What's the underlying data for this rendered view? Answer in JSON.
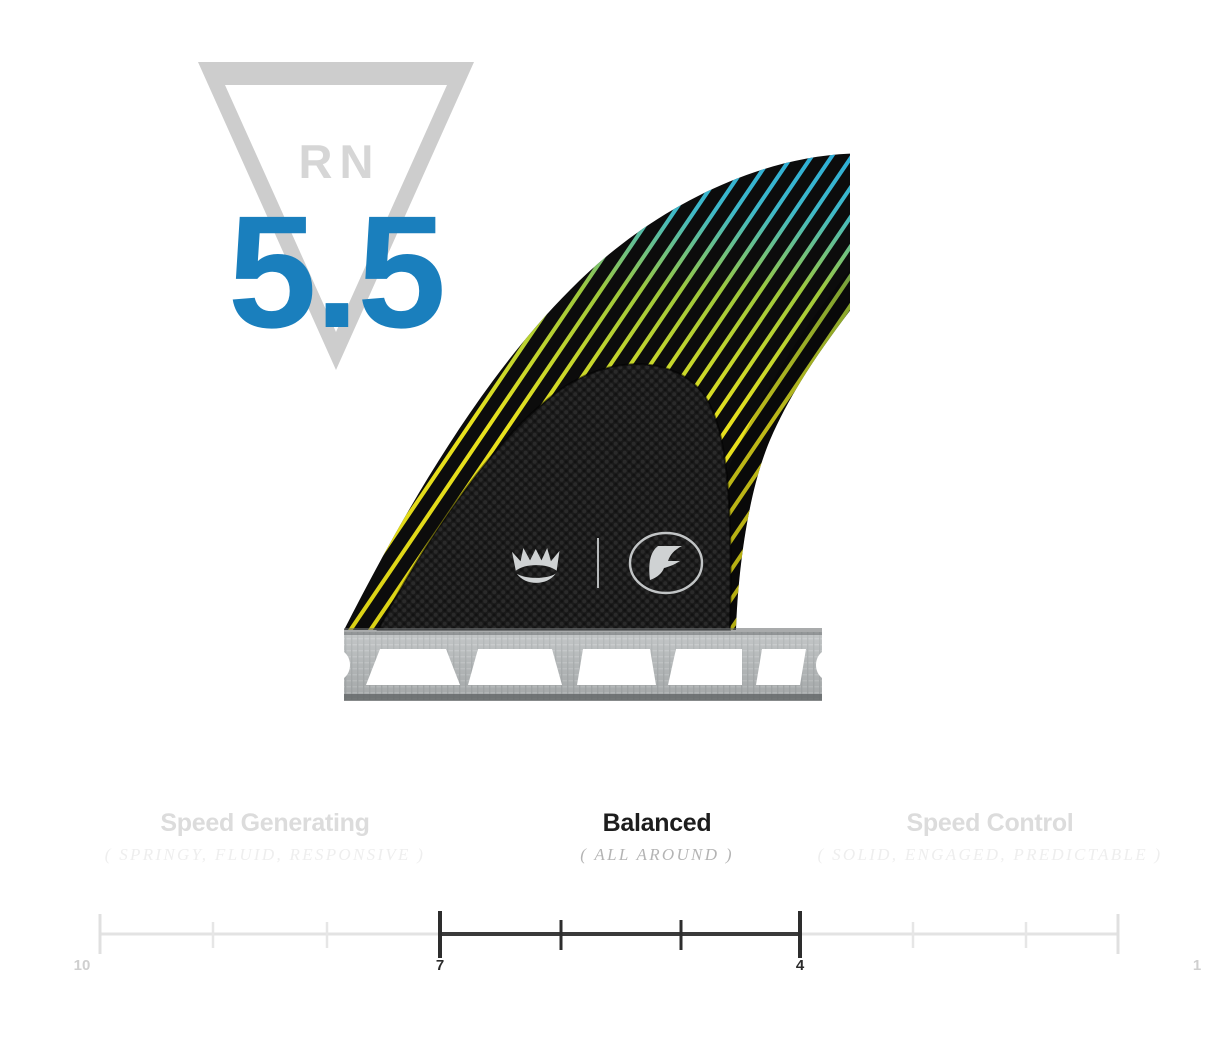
{
  "badge": {
    "code": "RN",
    "value": "5.5",
    "accent_color": "#1a7fbd",
    "outline_color": "#cccccc",
    "code_color": "#d6d6d6",
    "shape": "inverted-triangle-outline"
  },
  "product": {
    "type": "surfboard-fin",
    "brand_mark": "futures-f-logo",
    "signature_mark": "mayhem-lost-logo",
    "divider_mark": "vertical-divider",
    "foil_colors": {
      "body": "#0d0d0d",
      "stripe_warm": "#e8e01a",
      "stripe_cool": "#25a8e0",
      "base": "#b9bcbd"
    },
    "base_cutouts": 5
  },
  "flex_scale": {
    "segments": [
      {
        "id": "speed-generating",
        "title": "Speed Generating",
        "subtitle": "( SPRINGY, FLUID, RESPONSIVE )",
        "active": false
      },
      {
        "id": "balanced",
        "title": "Balanced",
        "subtitle": "( ALL AROUND )",
        "active": true
      },
      {
        "id": "speed-control",
        "title": "Speed Control",
        "subtitle": "( SOLID, ENGAGED, PREDICTABLE )",
        "active": false
      }
    ],
    "ticks": [
      {
        "label": "10",
        "value": 10,
        "major": true,
        "active": false
      },
      {
        "label": "",
        "value": 9,
        "major": false,
        "active": false
      },
      {
        "label": "",
        "value": 8,
        "major": false,
        "active": false
      },
      {
        "label": "7",
        "value": 7,
        "major": true,
        "active": true
      },
      {
        "label": "",
        "value": 6,
        "major": false,
        "active": true
      },
      {
        "label": "",
        "value": 5,
        "major": false,
        "active": true
      },
      {
        "label": "4",
        "value": 4,
        "major": true,
        "active": true
      },
      {
        "label": "",
        "value": 3,
        "major": false,
        "active": false
      },
      {
        "label": "",
        "value": 2,
        "major": false,
        "active": false
      },
      {
        "label": "1",
        "value": 1,
        "major": true,
        "active": false
      }
    ],
    "range_start_label": "10",
    "range_end_label": "1",
    "highlight_from": "7",
    "highlight_to": "4",
    "track_color": "#e2e2e2",
    "highlight_color": "#3a3a3a"
  }
}
